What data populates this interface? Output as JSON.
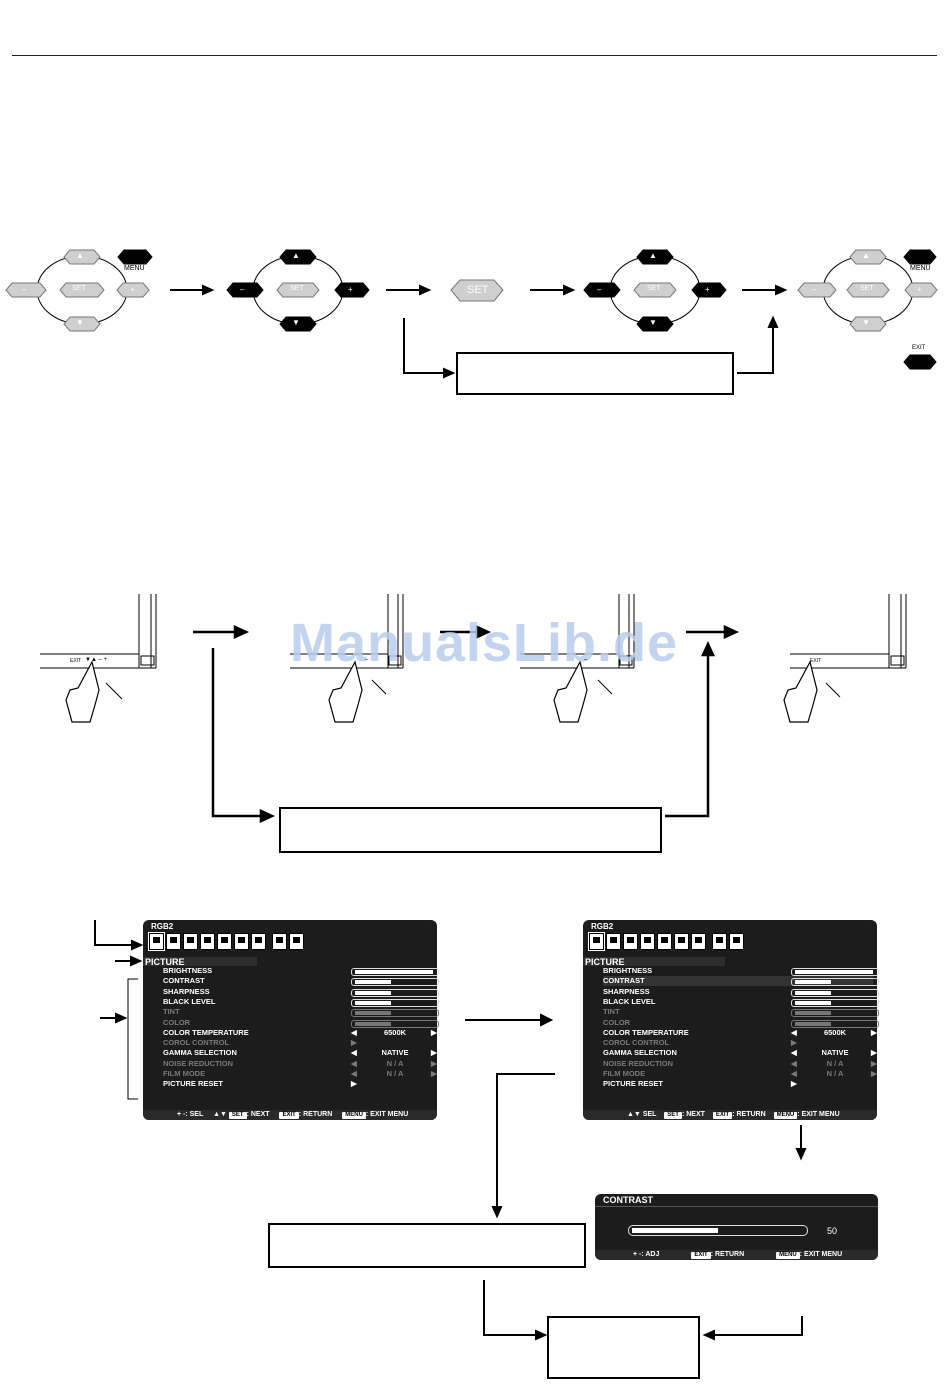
{
  "keys": {
    "menu": "MENU",
    "set": "SET",
    "exit": "EXIT",
    "minus": "–",
    "plus": "+",
    "up": "▲",
    "down": "▼"
  },
  "watermark": "ManualsLib.de",
  "bezel": {
    "exit": "EXIT",
    "keys": "▼▲ – +",
    "minus_char": "–",
    "exit_small": "EXIT"
  },
  "osd": {
    "source": "RGB2",
    "section": "PICTURE",
    "items": [
      {
        "label": "BRIGHTNESS",
        "kind": "bar",
        "fill": 0.98,
        "dim": false
      },
      {
        "label": "CONTRAST",
        "kind": "bar",
        "fill": 0.45,
        "dim": false
      },
      {
        "label": "SHARPNESS",
        "kind": "bar",
        "fill": 0.45,
        "dim": false
      },
      {
        "label": "BLACK LEVEL",
        "kind": "bar",
        "fill": 0.45,
        "dim": false
      },
      {
        "label": "TINT",
        "kind": "bar",
        "fill": 0.45,
        "dim": true
      },
      {
        "label": "COLOR",
        "kind": "bar",
        "fill": 0.45,
        "dim": true
      },
      {
        "label": "COLOR TEMPERATURE",
        "kind": "select",
        "value": "6500K",
        "dim": false
      },
      {
        "label": "COROL CONTROL",
        "kind": "arrow",
        "dim": true
      },
      {
        "label": "GAMMA SELECTION",
        "kind": "select",
        "value": "NATIVE",
        "dim": false
      },
      {
        "label": "NOISE REDUCTION",
        "kind": "select",
        "value": "N / A",
        "dim": true
      },
      {
        "label": "FILM MODE",
        "kind": "select",
        "value": "N / A",
        "dim": true
      },
      {
        "label": "PICTURE RESET",
        "kind": "arrow",
        "dim": false
      }
    ],
    "footer_left": {
      "sel": "+ -: SEL",
      "next_key": "SET",
      "next": ": NEXT",
      "return_key": "EXIT",
      "return": ": RETURN",
      "menu_key": "MENU",
      "exit_menu": ": EXIT MENU"
    },
    "footer_right": {
      "sel": "SEL",
      "next_key": "SET",
      "next": ": NEXT",
      "return_key": "EXIT",
      "return": ": RETURN",
      "menu_key": "MENU",
      "exit_menu": ": EXIT MENU"
    }
  },
  "contrast_osd": {
    "title": "CONTRAST",
    "value": "50",
    "fill": 0.5,
    "adj": "+ -: ADJ",
    "return_key": "EXIT",
    "return": ": RETURN",
    "menu_key": "MENU",
    "exit_menu": ": EXIT MENU"
  },
  "colors": {
    "osd_bg": "#1c1c1c",
    "watermark": "#b9cdee",
    "key_grey": "#cfcfcf"
  }
}
